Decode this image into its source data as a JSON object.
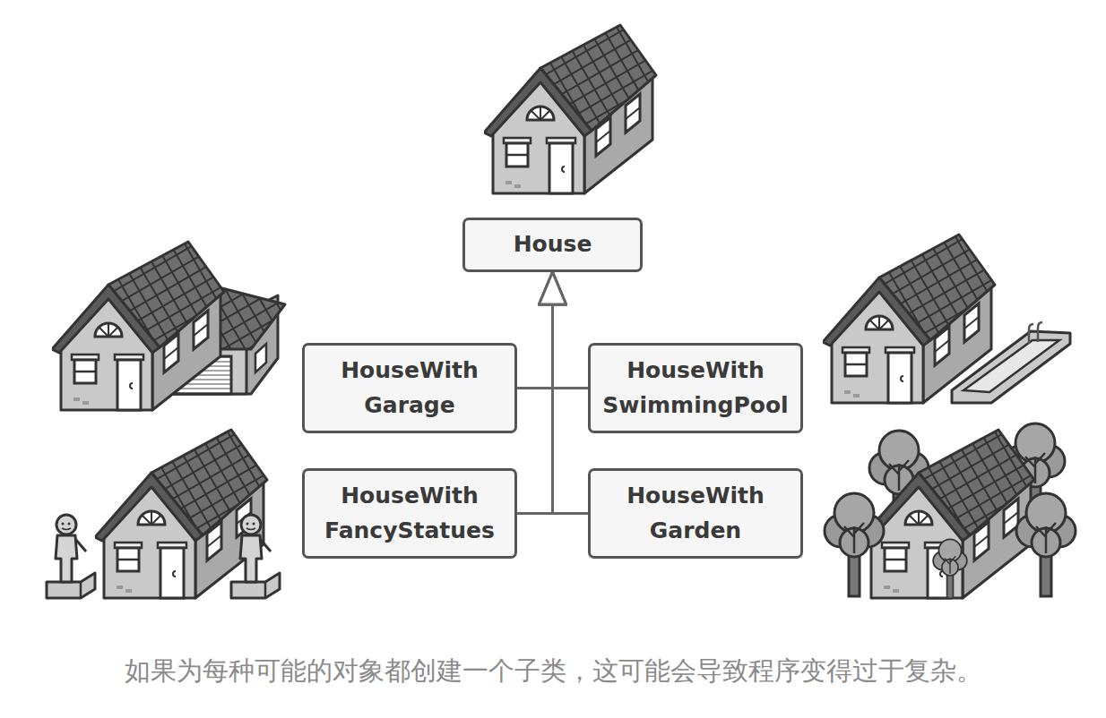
{
  "diagram": {
    "caption": "如果为每种可能的对象都创建一个子类，这可能会导致程序变得过于复杂。",
    "nodes": [
      {
        "text": [
          "House"
        ]
      },
      {
        "text": [
          "HouseWith Garage"
        ]
      },
      {
        "text": [
          "HouseWith SwimmingPool"
        ]
      },
      {
        "text": [
          "HouseWith FancyStatues"
        ]
      },
      {
        "text": [
          "HouseWith Garden"
        ]
      }
    ],
    "edges": [
      {
        "from": 1,
        "to": 0,
        "arrow": "to"
      },
      {
        "from": 2,
        "to": 0,
        "arrow": "to"
      },
      {
        "from": 3,
        "to": 0,
        "arrow": "to"
      },
      {
        "from": 4,
        "to": 0,
        "arrow": "to"
      }
    ]
  }
}
